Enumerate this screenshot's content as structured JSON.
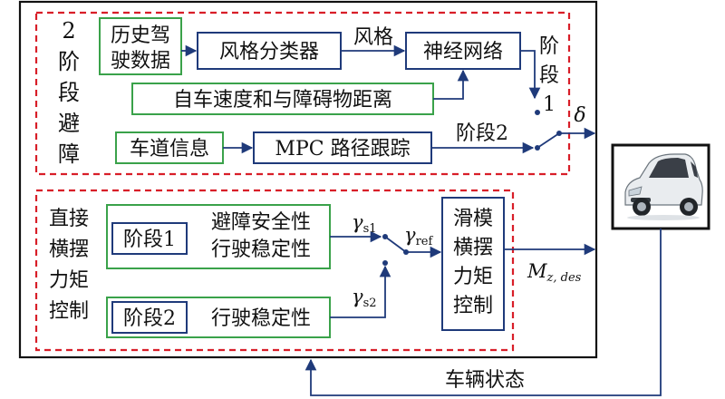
{
  "stage_avoid": {
    "title_chars": [
      "2",
      "阶",
      "段",
      "避",
      "障"
    ]
  },
  "history": {
    "line1": "历史驾",
    "line2": "驶数据"
  },
  "style_classifier": "风格分类器",
  "style_label": "风格",
  "neural_net": "神经网络",
  "stage1_label": {
    "line1": "阶",
    "line2": "段",
    "line3": "1"
  },
  "speed_distance": "自车速度和与障碍物距离",
  "lane_info": "车道信息",
  "mpc": "MPC 路径跟踪",
  "stage2_label": "阶段2",
  "delta": "δ",
  "yaw_control": {
    "title_chars": [
      "直接",
      "横摆",
      "力矩",
      "控制"
    ]
  },
  "stage1_box": "阶段1",
  "stage1_text": {
    "line1": "避障安全性",
    "line2": "行驶稳定性"
  },
  "stage2_box": "阶段2",
  "stage2_text": "行驶稳定性",
  "gamma_s1": {
    "sym": "γ",
    "sub": "s1"
  },
  "gamma_s2": {
    "sym": "γ",
    "sub": "s2"
  },
  "gamma_ref": {
    "sym": "γ",
    "sub": "ref"
  },
  "sliding_mode": {
    "chars": [
      "滑模",
      "横摆",
      "力矩",
      "控制"
    ]
  },
  "mz": {
    "sym": "M",
    "sub": "z, des"
  },
  "vehicle_state": "车辆状态",
  "colors": {
    "green": "#3aa24a",
    "navy": "#1f3a7a",
    "red_dash": "#d81e28"
  }
}
